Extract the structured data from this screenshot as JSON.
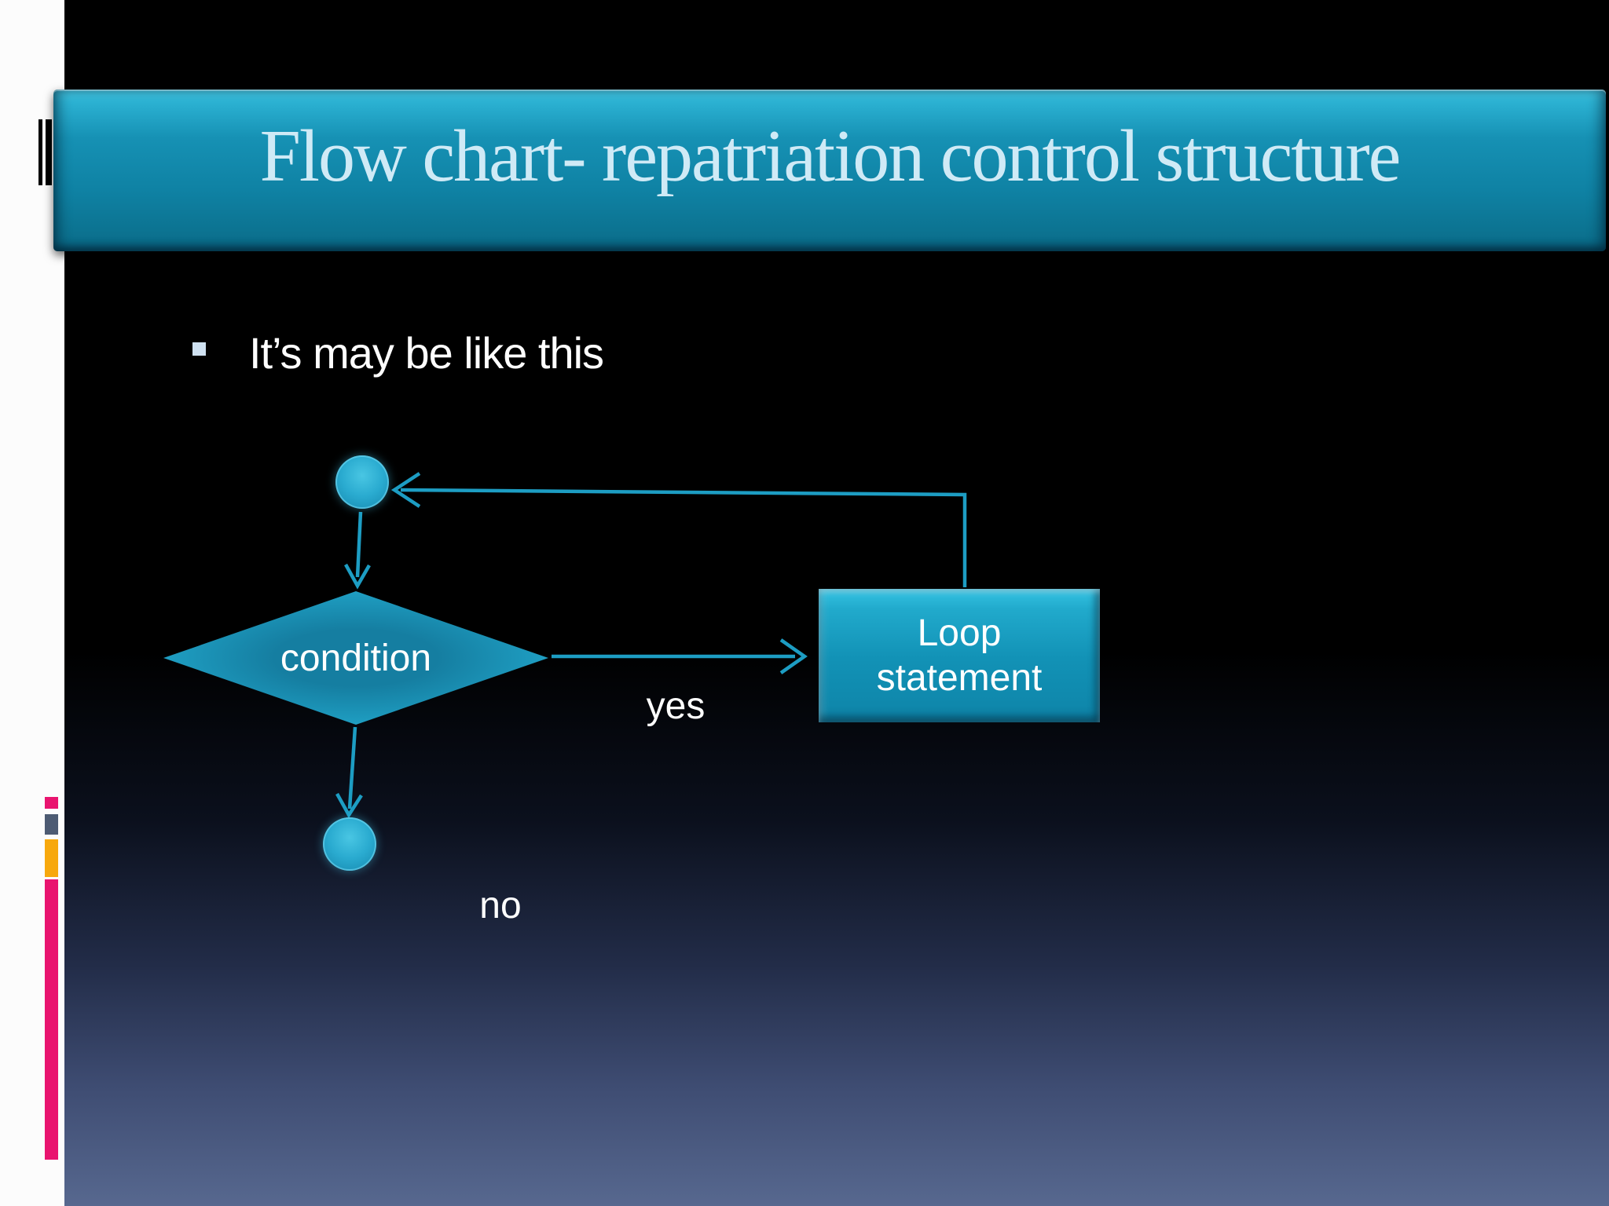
{
  "slide": {
    "title": "Flow chart- repatriation control structure",
    "bullet_text": "It’s may be like this",
    "flowchart": {
      "nodes": [
        {
          "id": "start",
          "type": "start-circle",
          "label": ""
        },
        {
          "id": "condition",
          "type": "decision-diamond",
          "label": "condition"
        },
        {
          "id": "loop",
          "type": "process-box",
          "label": "Loop statement"
        },
        {
          "id": "end",
          "type": "end-circle",
          "label": ""
        }
      ],
      "edges": [
        {
          "from": "start",
          "to": "condition",
          "label": ""
        },
        {
          "from": "condition",
          "to": "loop",
          "label": "yes"
        },
        {
          "from": "loop",
          "to": "start",
          "label": ""
        },
        {
          "from": "condition",
          "to": "end",
          "label": "no"
        }
      ]
    },
    "colors": {
      "banner_teal": "#1291b4",
      "title_text": "#cfeaf6",
      "flow_accent": "#1d9dc3",
      "accent_pink": "#e9146f",
      "accent_slate": "#4d5b73",
      "accent_orange": "#f7a80d",
      "background_bottom": "#57688f",
      "background_top": "#000000",
      "margin_strip": "#fcfcfc"
    }
  }
}
